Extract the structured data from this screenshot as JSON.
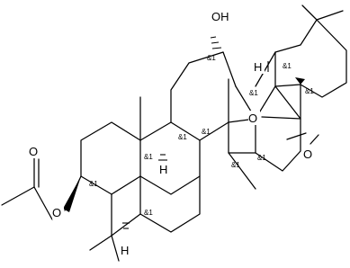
{
  "atom_labels": {
    "oh": "OH",
    "h_c18": "H",
    "o_bridge": "O",
    "o_carbonyl": "O",
    "h_c9": "H",
    "o_acetate_carbonyl": "O",
    "o_acetate_ester": "O",
    "h_c5": "H"
  },
  "stereo_marker": "&1"
}
